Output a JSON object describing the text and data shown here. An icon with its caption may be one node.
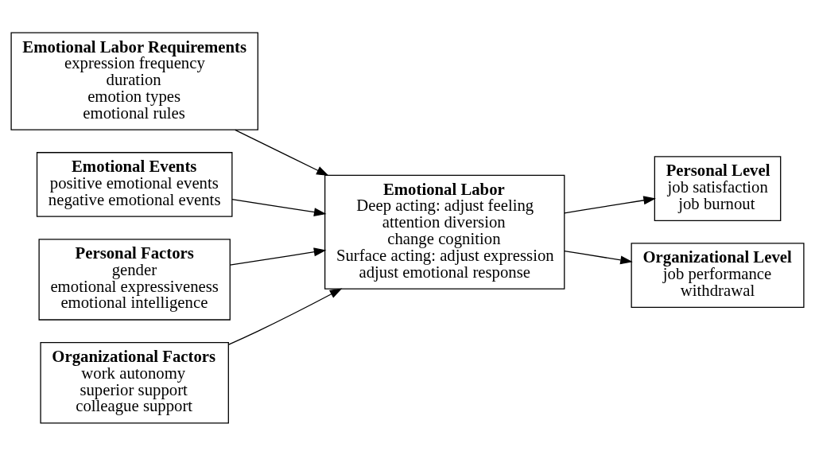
{
  "diagram": {
    "nodes": [
      {
        "text": [
          "Emotional Labor Requirements",
          "expression frequency",
          "duration",
          "emotion types",
          "emotional rules"
        ]
      },
      {
        "text": [
          "Emotional Events",
          "positive emotional events",
          "negative emotional events"
        ]
      },
      {
        "text": [
          "Personal Factors",
          "gender",
          "emotional expressiveness",
          "emotional intelligence"
        ]
      },
      {
        "text": [
          "Organizational Factors",
          "work autonomy",
          "superior support",
          "colleague support"
        ]
      },
      {
        "text": [
          "Emotional Labor",
          "Deep acting: adjust feeling",
          "attention diversion",
          "change cognition",
          "Surface acting: adjust expression",
          "adjust emotional response"
        ]
      },
      {
        "text": [
          "Personal Level",
          "job satisfaction",
          "job burnout"
        ]
      },
      {
        "text": [
          "Organizational Level",
          "job performance",
          "withdrawal"
        ]
      }
    ],
    "edges": [
      {
        "from": 0,
        "to": 4,
        "arrow": "to"
      },
      {
        "from": 1,
        "to": 4,
        "arrow": "to"
      },
      {
        "from": 2,
        "to": 4,
        "arrow": "to"
      },
      {
        "from": 3,
        "to": 4,
        "arrow": "to"
      },
      {
        "from": 4,
        "to": 5,
        "arrow": "to"
      },
      {
        "from": 4,
        "to": 6,
        "arrow": "to"
      }
    ]
  }
}
